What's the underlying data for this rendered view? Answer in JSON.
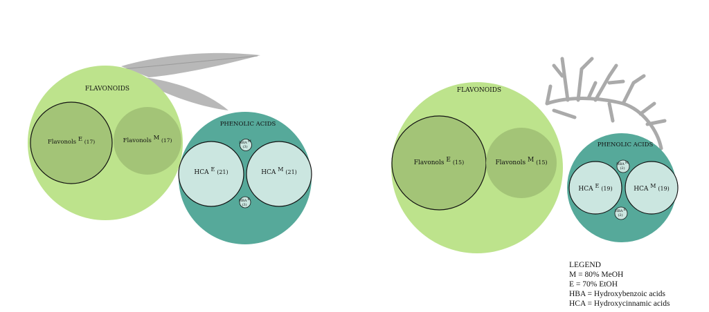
{
  "colors": {
    "flavonoids": "#bde38c",
    "flavonols": "#a3c477",
    "phenolic": "#56a99a",
    "hca": "#cbe6e0",
    "plant": "#b5b5b5"
  },
  "left": {
    "flavonoids": "FLAVONOIDS",
    "flavonols_e": "Flavonols",
    "flavonols_e_sup": "E",
    "flavonols_e_n": "(17)",
    "flavonols_m": "Flavonols",
    "flavonols_m_sup": "M",
    "flavonols_m_n": "(17)",
    "phenolic": "PHENOLIC ACIDS",
    "hca_e": "HCA",
    "hca_e_sup": "E",
    "hca_e_n": "(21)",
    "hca_m": "HCA",
    "hca_m_sup": "M",
    "hca_m_n": "(21)",
    "hba_m": "HBA",
    "hba_m_sup": "M",
    "hba_m_n": "(3)",
    "hba_e": "HBA",
    "hba_e_sup": "E",
    "hba_e_n": "(3)"
  },
  "right": {
    "flavonoids": "FLAVONOIDS",
    "flavonols_e": "Flavonols",
    "flavonols_e_sup": "E",
    "flavonols_e_n": "(15)",
    "flavonols_m": "Flavonols",
    "flavonols_m_sup": "M",
    "flavonols_m_n": "(15)",
    "phenolic": "PHENOLIC ACIDS",
    "hca_e": "HCA",
    "hca_e_sup": "E",
    "hca_e_n": "(19)",
    "hca_m": "HCA",
    "hca_m_sup": "M",
    "hca_m_n": "(19)",
    "hba_m": "HBA",
    "hba_m_sup": "M",
    "hba_m_n": "(2)",
    "hba_e": "HBA",
    "hba_e_sup": "E",
    "hba_e_n": "(2)"
  },
  "legend": {
    "title": "LEGEND",
    "items": [
      "M = 80% MeOH",
      "E = 70% EtOH",
      "HBA = Hydroxybenzoic acids",
      "HCA = Hydroxycinnamic acids"
    ]
  }
}
